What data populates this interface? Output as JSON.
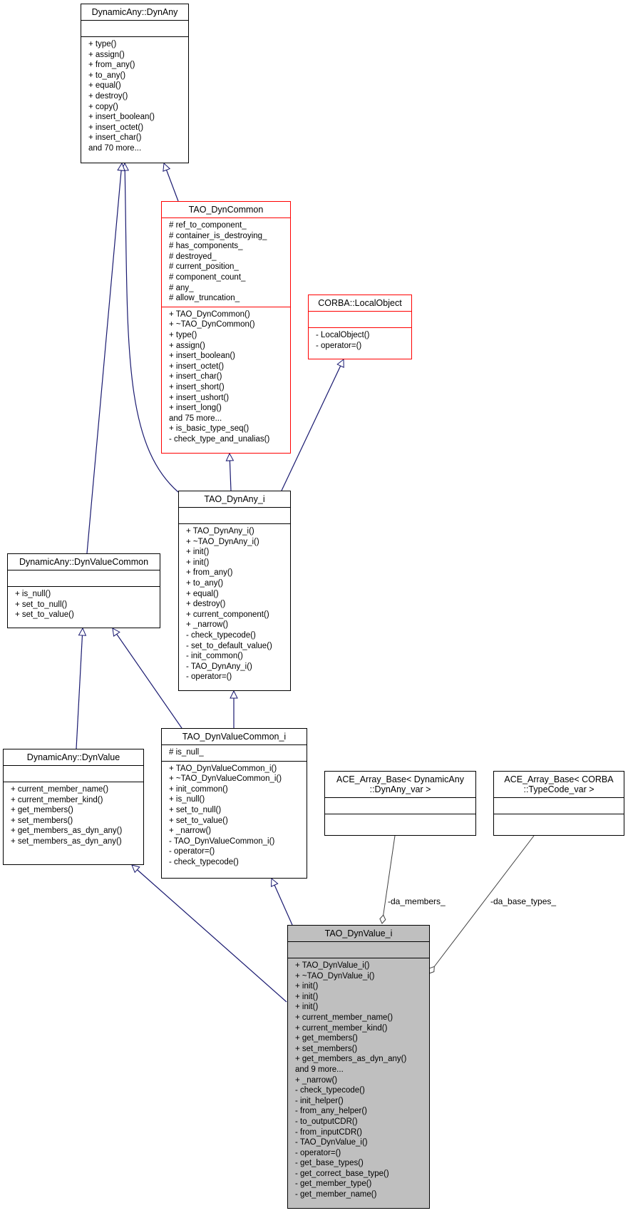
{
  "classes": {
    "dynany": {
      "title": "DynamicAny::DynAny",
      "attributes": [],
      "methods": [
        "+ type()",
        "+ assign()",
        "+ from_any()",
        "+ to_any()",
        "+ equal()",
        "+ destroy()",
        "+ copy()",
        "+ insert_boolean()",
        "+ insert_octet()",
        "+ insert_char()",
        "and 70 more..."
      ]
    },
    "dyncommon": {
      "title": "TAO_DynCommon",
      "attributes": [
        "# ref_to_component_",
        "# container_is_destroying_",
        "# has_components_",
        "# destroyed_",
        "# current_position_",
        "# component_count_",
        "# any_",
        "# allow_truncation_"
      ],
      "methods": [
        "+ TAO_DynCommon()",
        "+ ~TAO_DynCommon()",
        "+ type()",
        "+ assign()",
        "+ insert_boolean()",
        "+ insert_octet()",
        "+ insert_char()",
        "+ insert_short()",
        "+ insert_ushort()",
        "+ insert_long()",
        "and 75 more...",
        "+ is_basic_type_seq()",
        "- check_type_and_unalias()"
      ]
    },
    "localobject": {
      "title": "CORBA::LocalObject",
      "attributes": [],
      "methods": [
        "- LocalObject()",
        "- operator=()"
      ]
    },
    "dynanyi": {
      "title": "TAO_DynAny_i",
      "attributes": [],
      "methods": [
        "+ TAO_DynAny_i()",
        "+ ~TAO_DynAny_i()",
        "+ init()",
        "+ init()",
        "+ from_any()",
        "+ to_any()",
        "+ equal()",
        "+ destroy()",
        "+ current_component()",
        "+ _narrow()",
        "- check_typecode()",
        "- set_to_default_value()",
        "- init_common()",
        "- TAO_DynAny_i()",
        "- operator=()"
      ]
    },
    "dynvaluecommon": {
      "title": "DynamicAny::DynValueCommon",
      "attributes": [],
      "methods": [
        "+ is_null()",
        "+ set_to_null()",
        "+ set_to_value()"
      ]
    },
    "dynvaluecommoni": {
      "title": "TAO_DynValueCommon_i",
      "attributes": [
        "# is_null_"
      ],
      "methods": [
        "+ TAO_DynValueCommon_i()",
        "+ ~TAO_DynValueCommon_i()",
        "+ init_common()",
        "+ is_null()",
        "+ set_to_null()",
        "+ set_to_value()",
        "+ _narrow()",
        "- TAO_DynValueCommon_i()",
        "- operator=()",
        "- check_typecode()"
      ]
    },
    "dynvalue": {
      "title": "DynamicAny::DynValue",
      "attributes": [],
      "methods": [
        "+ current_member_name()",
        "+ current_member_kind()",
        "+ get_members()",
        "+ set_members()",
        "+ get_members_as_dyn_any()",
        "+ set_members_as_dyn_any()"
      ]
    },
    "arraydynany": {
      "title_lines": [
        "ACE_Array_Base< DynamicAny",
        "::DynAny_var >"
      ],
      "attributes": [],
      "methods": []
    },
    "arraytypecode": {
      "title_lines": [
        "ACE_Array_Base< CORBA",
        "::TypeCode_var >"
      ],
      "attributes": [],
      "methods": []
    },
    "dynvaluei": {
      "title": "TAO_DynValue_i",
      "attributes": [],
      "methods": [
        "+ TAO_DynValue_i()",
        "+ ~TAO_DynValue_i()",
        "+ init()",
        "+ init()",
        "+ init()",
        "+ current_member_name()",
        "+ current_member_kind()",
        "+ get_members()",
        "+ set_members()",
        "+ get_members_as_dyn_any()",
        "and 9 more...",
        "+ _narrow()",
        "- check_typecode()",
        "- init_helper()",
        "- from_any_helper()",
        "- to_outputCDR()",
        "- from_inputCDR()",
        "- TAO_DynValue_i()",
        "- operator=()",
        "- get_base_types()",
        "- get_correct_base_type()",
        "- get_member_type()",
        "- get_member_name()"
      ]
    }
  },
  "edge_labels": {
    "da_members": "-da_members_",
    "da_base_types": "-da_base_types_"
  },
  "colors": {
    "inheritance": "#191970",
    "association": "#404040",
    "protected_border": "#ff0000",
    "focus_fill": "#bfbfbf"
  }
}
